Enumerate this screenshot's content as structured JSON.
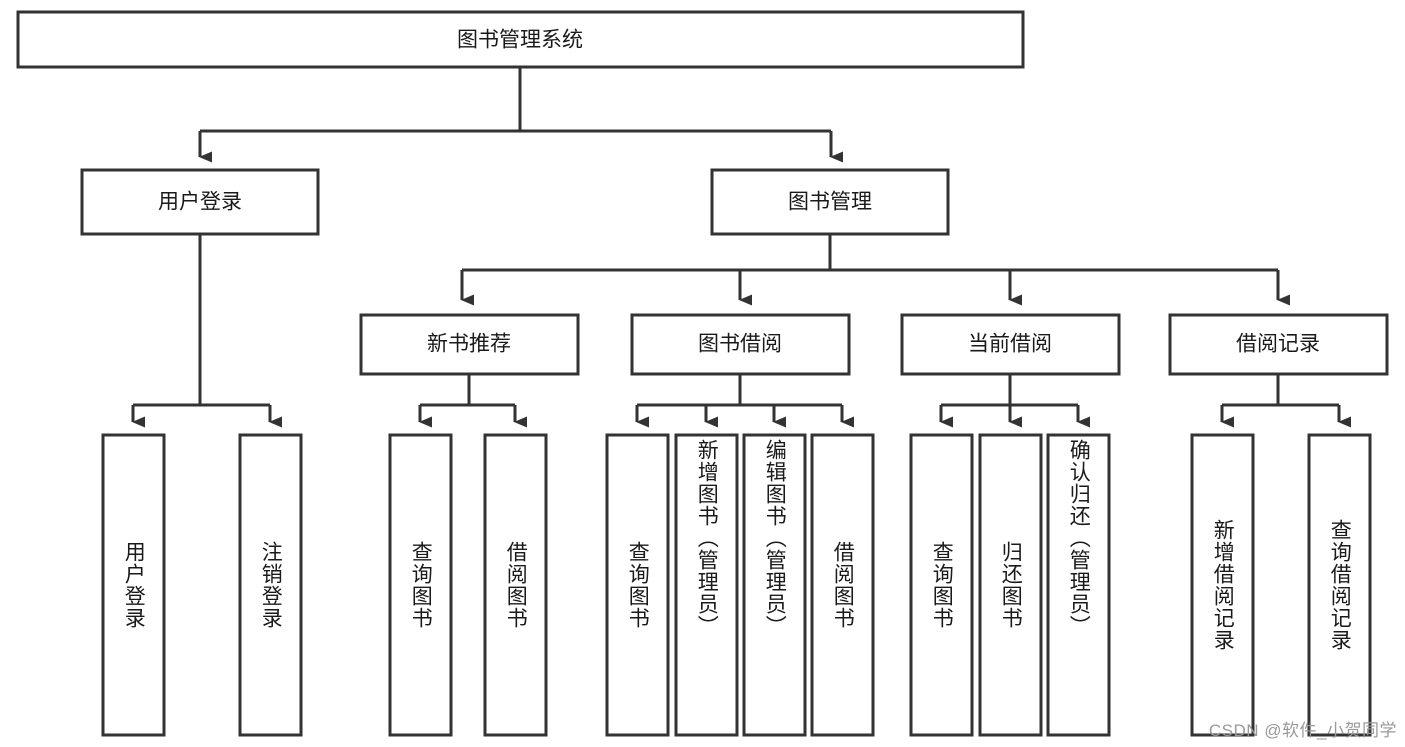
{
  "diagram": {
    "title": "图书管理系统",
    "watermark": "CSDN @软件_小贺同学",
    "type": "hierarchy-tree",
    "levels": 4,
    "colors": {
      "stroke": "#333333",
      "fill": "#ffffff",
      "text": "#1a1a1a",
      "watermark": "#9a9a9a"
    },
    "root": {
      "label": "图书管理系统",
      "orientation": "horizontal"
    },
    "level2": [
      {
        "label": "用户登录",
        "orientation": "horizontal"
      },
      {
        "label": "图书管理",
        "orientation": "horizontal"
      }
    ],
    "level3": [
      {
        "label": "新书推荐",
        "orientation": "horizontal",
        "parent": "图书管理"
      },
      {
        "label": "图书借阅",
        "orientation": "horizontal",
        "parent": "图书管理"
      },
      {
        "label": "当前借阅",
        "orientation": "horizontal",
        "parent": "图书管理"
      },
      {
        "label": "借阅记录",
        "orientation": "horizontal",
        "parent": "图书管理"
      }
    ],
    "leaves": {
      "user_login": [
        {
          "label": "用户登录",
          "orientation": "vertical"
        },
        {
          "label": "注销登录",
          "orientation": "vertical"
        }
      ],
      "new_book_recommend": [
        {
          "label": "查询图书",
          "orientation": "vertical"
        },
        {
          "label": "借阅图书",
          "orientation": "vertical"
        }
      ],
      "book_borrow": [
        {
          "label": "查询图书",
          "orientation": "vertical"
        },
        {
          "label": "新增图书（管理员）",
          "orientation": "vertical"
        },
        {
          "label": "编辑图书（管理员）",
          "orientation": "vertical"
        },
        {
          "label": "借阅图书",
          "orientation": "vertical"
        }
      ],
      "current_borrow": [
        {
          "label": "查询图书",
          "orientation": "vertical"
        },
        {
          "label": "归还图书",
          "orientation": "vertical"
        },
        {
          "label": "确认归还（管理员）",
          "orientation": "vertical"
        }
      ],
      "borrow_record": [
        {
          "label": "新增借阅记录",
          "orientation": "vertical"
        },
        {
          "label": "查询借阅记录",
          "orientation": "vertical"
        }
      ]
    }
  }
}
